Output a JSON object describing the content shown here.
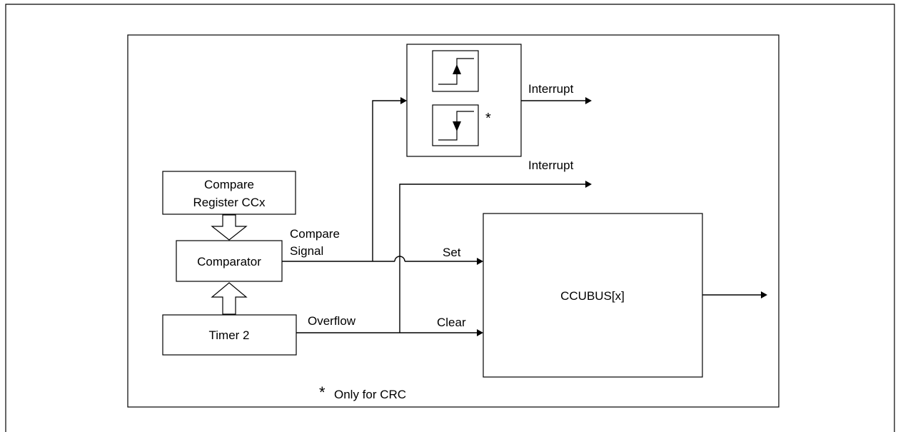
{
  "blocks": {
    "compare_register": {
      "line1": "Compare",
      "line2": "Register CCx"
    },
    "comparator": {
      "label": "Comparator"
    },
    "timer": {
      "label": "Timer 2"
    },
    "ccubus": {
      "label": "CCUBUS[x]"
    }
  },
  "signals": {
    "compare_signal_line1": "Compare",
    "compare_signal_line2": "Signal",
    "overflow": "Overflow",
    "set": "Set",
    "clear": "Clear",
    "interrupt_top": "Interrupt",
    "interrupt_mid": "Interrupt"
  },
  "edge_detector": {
    "note_marker": "*"
  },
  "footnote": {
    "marker": "*",
    "text": "Only for CRC"
  }
}
